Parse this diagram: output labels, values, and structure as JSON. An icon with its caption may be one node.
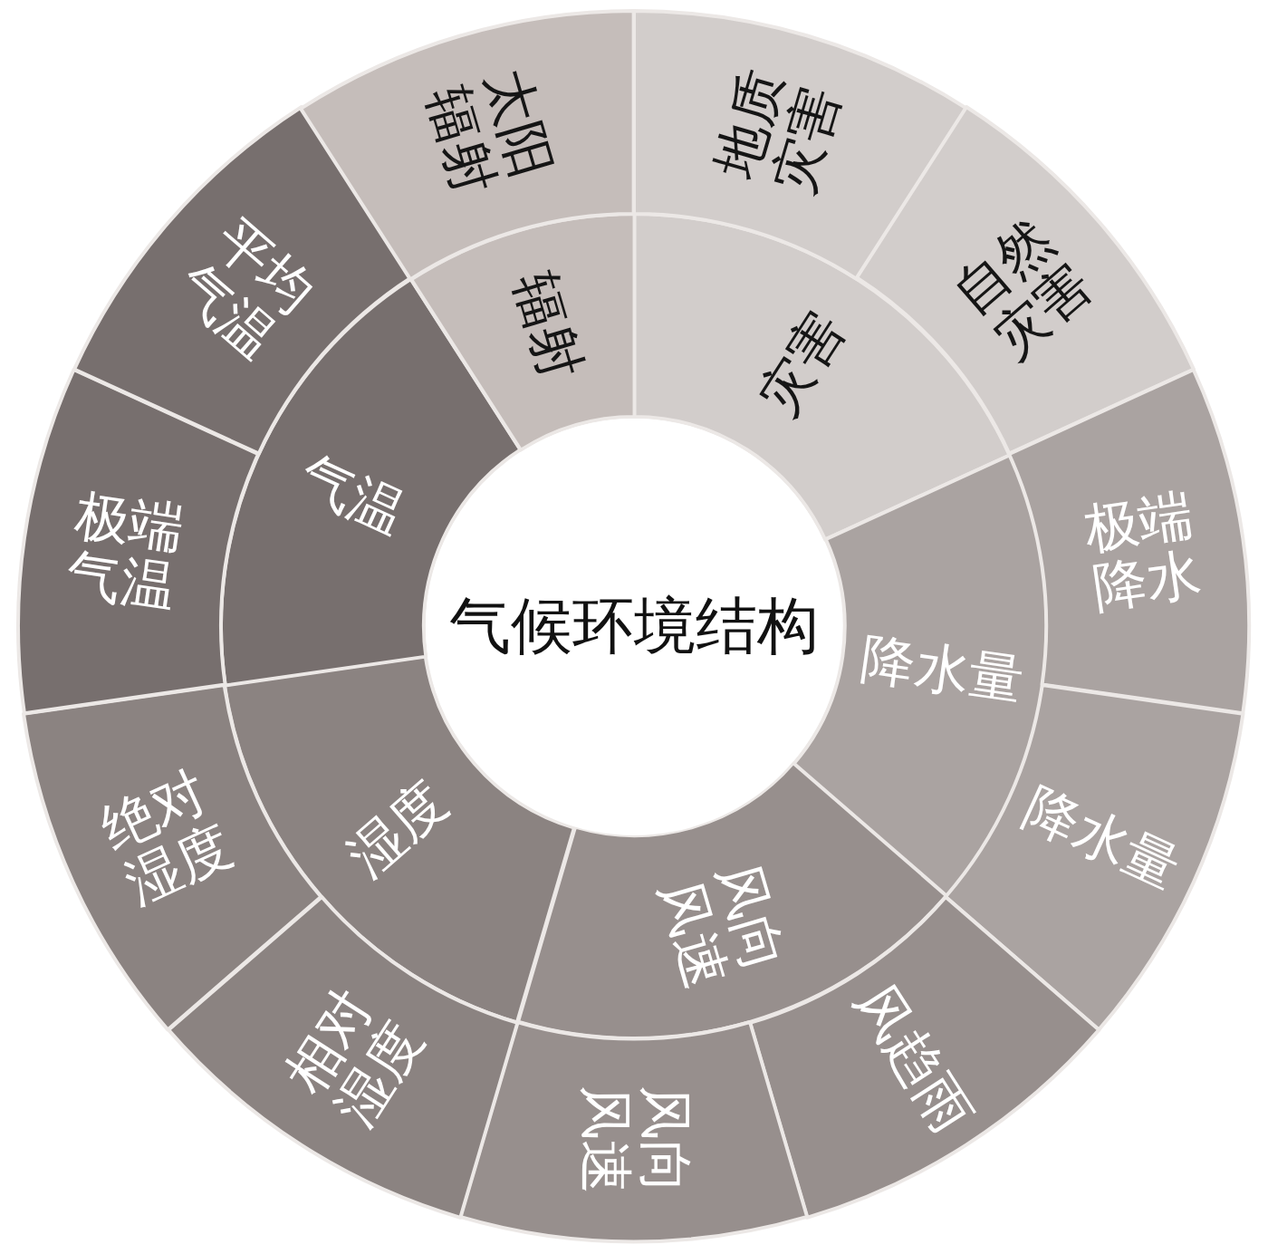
{
  "diagram": {
    "nodes": [
      {
        "text": [
          "气候环境结构"
        ]
      },
      {
        "text": [
          "灾害"
        ]
      },
      {
        "text": [
          "降水量"
        ]
      },
      {
        "text": [
          "风向风速"
        ]
      },
      {
        "text": [
          "湿度"
        ]
      },
      {
        "text": [
          "气温"
        ]
      },
      {
        "text": [
          "辐射"
        ]
      },
      {
        "text": [
          "地质灾害"
        ]
      },
      {
        "text": [
          "自然灾害"
        ]
      },
      {
        "text": [
          "极端降水"
        ]
      },
      {
        "text": [
          "降水量"
        ]
      },
      {
        "text": [
          "风趋雨"
        ]
      },
      {
        "text": [
          "风向风速"
        ]
      },
      {
        "text": [
          "相对湿度"
        ]
      },
      {
        "text": [
          "绝对湿度"
        ]
      },
      {
        "text": [
          "极端气温"
        ]
      },
      {
        "text": [
          "平均气温"
        ]
      },
      {
        "text": [
          "太阳辐射"
        ]
      }
    ]
  }
}
